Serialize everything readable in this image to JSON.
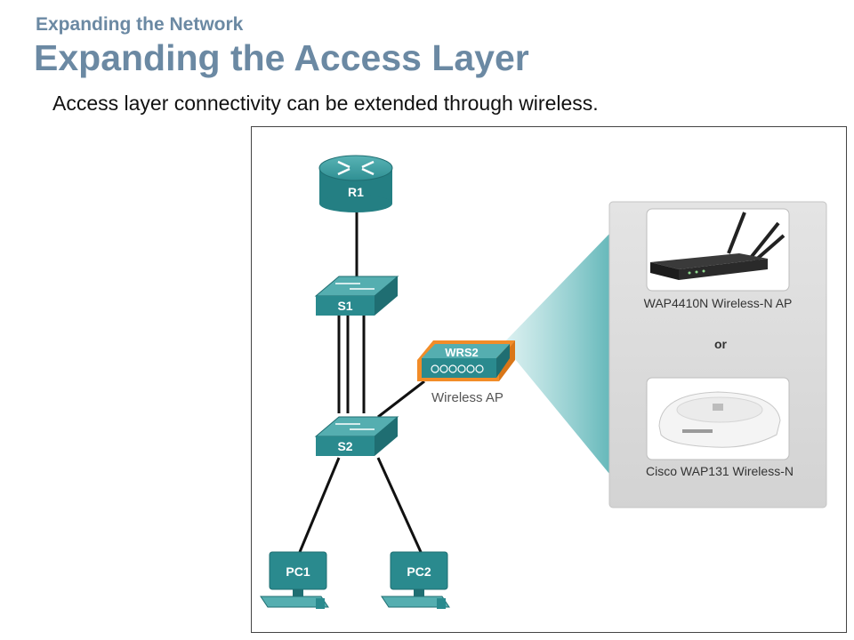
{
  "header": {
    "section": "Expanding the Network",
    "title": "Expanding the Access Layer"
  },
  "caption": "Access layer connectivity can be extended through wireless.",
  "diagram": {
    "router": "R1",
    "switch_top": "S1",
    "switch_bottom": "S2",
    "wireless_router": "WRS2",
    "wireless_caption": "Wireless AP",
    "pc1": "PC1",
    "pc2": "PC2",
    "callout": {
      "ap1_label": "WAP4410N Wireless-N AP",
      "or_label": "or",
      "ap2_label": "Cisco WAP131 Wireless-N"
    }
  },
  "colors": {
    "title": "#6b89a3",
    "device_teal": "#2f8f93",
    "device_dark": "#1f6e72",
    "wireless_outline": "#f28c28",
    "callout_beam": "#7cc8c9"
  }
}
